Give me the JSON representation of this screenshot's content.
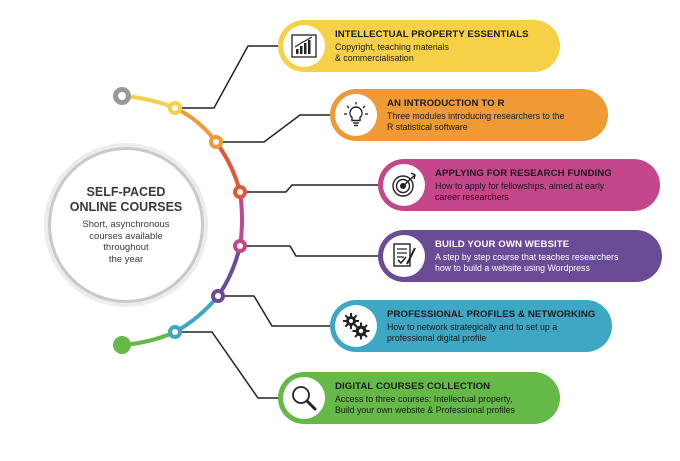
{
  "hub": {
    "title": "SELF-PACED\nONLINE COURSES",
    "subtitle": "Short, asynchronous\ncourses available\nthroughout\nthe year"
  },
  "courses": [
    {
      "title": "INTELLECTUAL PROPERTY ESSENTIALS",
      "description": "Copyright, teaching materials\n& commercialisation",
      "color": "#f6d046",
      "icon": "chart-icon"
    },
    {
      "title": "AN INTRODUCTION TO R",
      "description": "Three modules introducing researchers to the\nR statistical software",
      "color": "#ef9a35",
      "icon": "lightbulb-icon"
    },
    {
      "title": "APPLYING FOR RESEARCH FUNDING",
      "description": "How to apply for fellowships, aimed at early\ncareer researchers",
      "color": "#c4468b",
      "icon": "target-icon"
    },
    {
      "title": "BUILD YOUR OWN WEBSITE",
      "description": "A step by step course that teaches researchers\nhow to build a website using Wordpress",
      "color": "#6a4b96",
      "icon": "document-icon"
    },
    {
      "title": "PROFESSIONAL PROFILES & NETWORKING",
      "description": "How to network strategically and to set up a\nprofessional digital profile",
      "color": "#3ea7c3",
      "icon": "gears-icon"
    },
    {
      "title": "DIGITAL COURSES COLLECTION",
      "description": "Access to three courses: Intellectual property,\nBuild your own website & Professional profiles",
      "color": "#65b947",
      "icon": "search-icon"
    }
  ],
  "arc_colors": [
    "#9a9a9a",
    "#f6d046",
    "#ef9a35",
    "#e2573a",
    "#c4468b",
    "#6a4b96",
    "#3ea7c3",
    "#65b947"
  ]
}
